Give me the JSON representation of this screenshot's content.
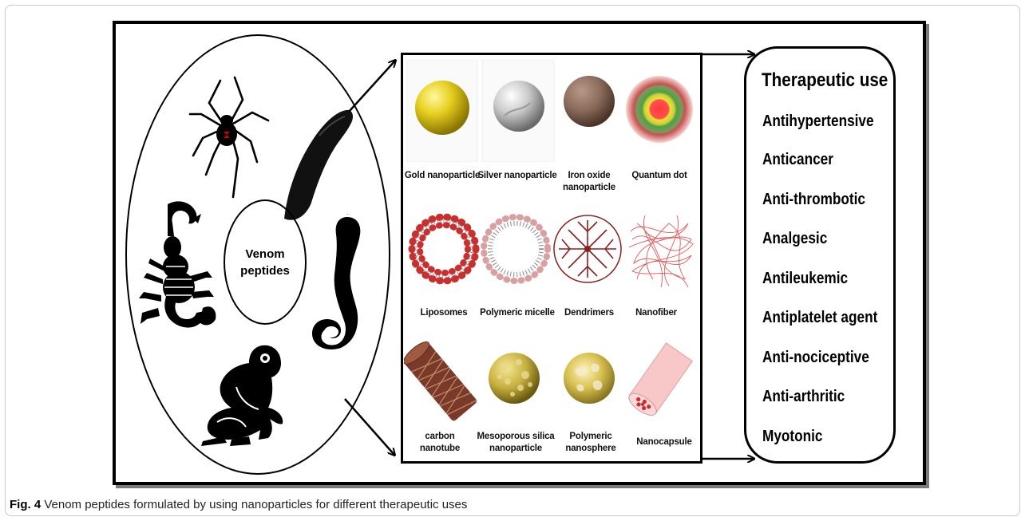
{
  "center": {
    "line1": "Venom",
    "line2": "peptides"
  },
  "nanoparticles": [
    {
      "label1": "Gold nanoparticle",
      "label2": "",
      "icon": "gold-nanoparticle-icon",
      "color": "#e8d020"
    },
    {
      "label1": "Silver nanoparticle",
      "label2": "",
      "icon": "silver-nanoparticle-icon",
      "color": "#c8c8c8"
    },
    {
      "label1": "Iron oxide",
      "label2": "nanoparticle",
      "icon": "iron-oxide-nanoparticle-icon",
      "color": "#8a6a5a"
    },
    {
      "label1": "Quantum dot",
      "label2": "",
      "icon": "quantum-dot-icon",
      "color": "#e03030"
    },
    {
      "label1": "Liposomes",
      "label2": "",
      "icon": "liposome-icon",
      "color": "#c83030"
    },
    {
      "label1": "Polymeric micelle",
      "label2": "",
      "icon": "polymeric-micelle-icon",
      "color": "#d8a0a0"
    },
    {
      "label1": "Dendrimers",
      "label2": "",
      "icon": "dendrimer-icon",
      "color": "#8a2020"
    },
    {
      "label1": "Nanofiber",
      "label2": "",
      "icon": "nanofiber-icon",
      "color": "#e05a5a"
    },
    {
      "label1": "carbon",
      "label2": "nanotube",
      "icon": "carbon-nanotube-icon",
      "color": "#7a3a2a"
    },
    {
      "label1": "Mesoporous silica",
      "label2": "nanoparticle",
      "icon": "mesoporous-silica-nanoparticle-icon",
      "color": "#c8b040"
    },
    {
      "label1": "Polymeric",
      "label2": "nanosphere",
      "icon": "polymeric-nanosphere-icon",
      "color": "#d8c050"
    },
    {
      "label1": "Nanocapsule",
      "label2": "",
      "icon": "nanocapsule-icon",
      "color": "#f0a8a8"
    }
  ],
  "therapeutic": {
    "title": "Therapeutic use",
    "items": [
      "Antihypertensive",
      "Anticancer",
      "Anti-thrombotic",
      "Analgesic",
      "Antileukemic",
      "Antiplatelet agent",
      "Anti-nociceptive",
      "Anti-arthritic",
      "Myotonic"
    ]
  },
  "caption": {
    "fig": "Fig. 4",
    "text": "Venom peptides formulated by using nanoparticles for different therapeutic uses"
  },
  "animals": [
    "spider-icon",
    "leech-icon",
    "scorpion-icon",
    "cobra-icon",
    "frog-icon"
  ]
}
